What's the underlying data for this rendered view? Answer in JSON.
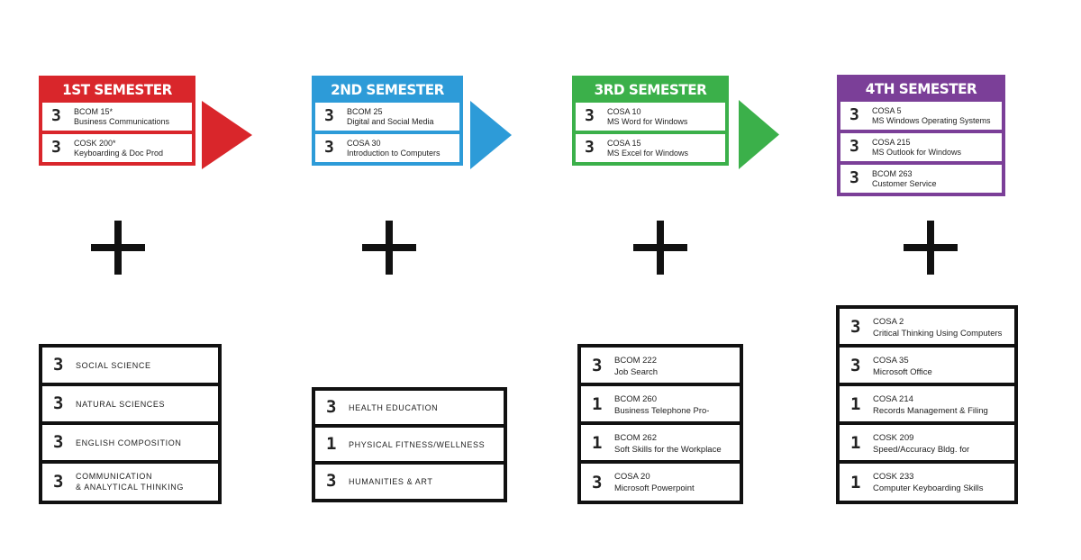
{
  "colors": {
    "sem1": "#d9262b",
    "sem2": "#2d9bd8",
    "sem3": "#3bb04a",
    "sem4": "#7b3f98",
    "electives": "#111111"
  },
  "semesters": [
    {
      "title": "1ST SEMESTER",
      "courses": [
        {
          "credits": "3",
          "code": "BCOM 15*",
          "name": "Business Communications"
        },
        {
          "credits": "3",
          "code": "COSK 200*",
          "name": "Keyboarding & Doc Prod"
        }
      ]
    },
    {
      "title": "2ND SEMESTER",
      "courses": [
        {
          "credits": "3",
          "code": "BCOM 25",
          "name": "Digital and Social Media"
        },
        {
          "credits": "3",
          "code": "COSA 30",
          "name": "Introduction to Computers"
        }
      ]
    },
    {
      "title": "3RD SEMESTER",
      "courses": [
        {
          "credits": "3",
          "code": "COSA 10",
          "name": "MS Word for Windows"
        },
        {
          "credits": "3",
          "code": "COSA 15",
          "name": "MS Excel for Windows"
        }
      ]
    },
    {
      "title": "4TH SEMESTER",
      "courses": [
        {
          "credits": "3",
          "code": "COSA 5",
          "name": "MS Windows Operating Systems"
        },
        {
          "credits": "3",
          "code": "COSA 215",
          "name": "MS Outlook for Windows"
        },
        {
          "credits": "3",
          "code": "BCOM 263",
          "name": "Customer Service"
        }
      ]
    }
  ],
  "electives": [
    {
      "rows": [
        {
          "credits": "3",
          "label": "SOCIAL SCIENCE"
        },
        {
          "credits": "3",
          "label": "NATURAL SCIENCES"
        },
        {
          "credits": "3",
          "label": "ENGLISH COMPOSITION"
        },
        {
          "credits": "3",
          "label": "COMMUNICATION",
          "label2": "& ANALYTICAL THINKING"
        }
      ]
    },
    {
      "rows": [
        {
          "credits": "3",
          "label": "HEALTH EDUCATION"
        },
        {
          "credits": "1",
          "label": "PHYSICAL FITNESS/WELLNESS"
        },
        {
          "credits": "3",
          "label": "HUMANITIES & ART"
        }
      ]
    },
    {
      "rows": [
        {
          "credits": "3",
          "code": "BCOM 222",
          "name": "Job Search"
        },
        {
          "credits": "1",
          "code": "BCOM 260",
          "name": "Business Telephone Pro-"
        },
        {
          "credits": "1",
          "code": "BCOM 262",
          "name": "Soft Skills for the Workplace"
        },
        {
          "credits": "3",
          "code": "COSA 20",
          "name": "Microsoft Powerpoint"
        }
      ]
    },
    {
      "rows": [
        {
          "credits": "3",
          "code": "COSA 2",
          "name": "Critical Thinking Using Computers"
        },
        {
          "credits": "3",
          "code": "COSA 35",
          "name": "Microsoft Office"
        },
        {
          "credits": "1",
          "code": "COSA 214",
          "name": "Records Management & Filing"
        },
        {
          "credits": "1",
          "code": "COSK 209",
          "name": "Speed/Accuracy Bldg. for"
        },
        {
          "credits": "1",
          "code": "COSK 233",
          "name": "Computer Keyboarding Skills"
        }
      ]
    }
  ],
  "icons": {
    "arrow": "arrow-right-icon",
    "plus": "plus-icon"
  }
}
